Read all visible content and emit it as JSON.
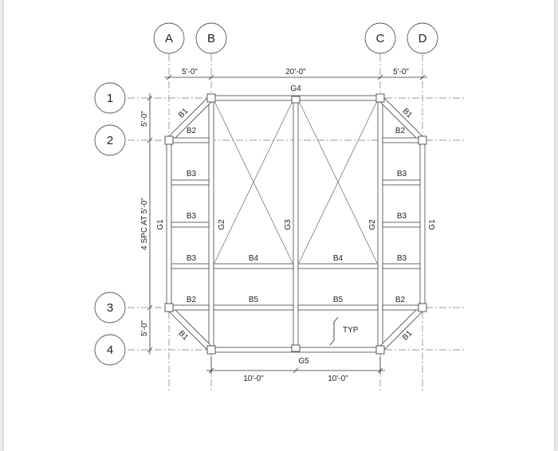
{
  "grid_columns": [
    "A",
    "B",
    "C",
    "D"
  ],
  "grid_rows": [
    "1",
    "2",
    "3",
    "4"
  ],
  "dimensions": {
    "top_left": "5'-0\"",
    "top_middle": "20'-0\"",
    "top_right": "5'-0\"",
    "left_top": "5'-0\"",
    "left_middle": "4 SPC AT 5'-0\"",
    "left_bottom": "5'-0\"",
    "bottom_left": "10'-0\"",
    "bottom_right": "10'-0\""
  },
  "members": {
    "g4": "G4",
    "g5": "G5",
    "g1_left": "G1",
    "g1_right": "G1",
    "g2_left": "G2",
    "g2_right": "G2",
    "g3": "G3",
    "b1_tl": "B1",
    "b1_tr": "B1",
    "b1_bl": "B1",
    "b1_br": "B1",
    "b2_tl": "B2",
    "b2_tr": "B2",
    "b2_bl": "B2",
    "b2_br": "B2",
    "b3_l1": "B3",
    "b3_l2": "B3",
    "b3_l3": "B3",
    "b3_r1": "B3",
    "b3_r2": "B3",
    "b3_r3": "B3",
    "b4_l": "B4",
    "b4_r": "B4",
    "b5_l": "B5",
    "b5_r": "B5"
  },
  "note": "TYP"
}
